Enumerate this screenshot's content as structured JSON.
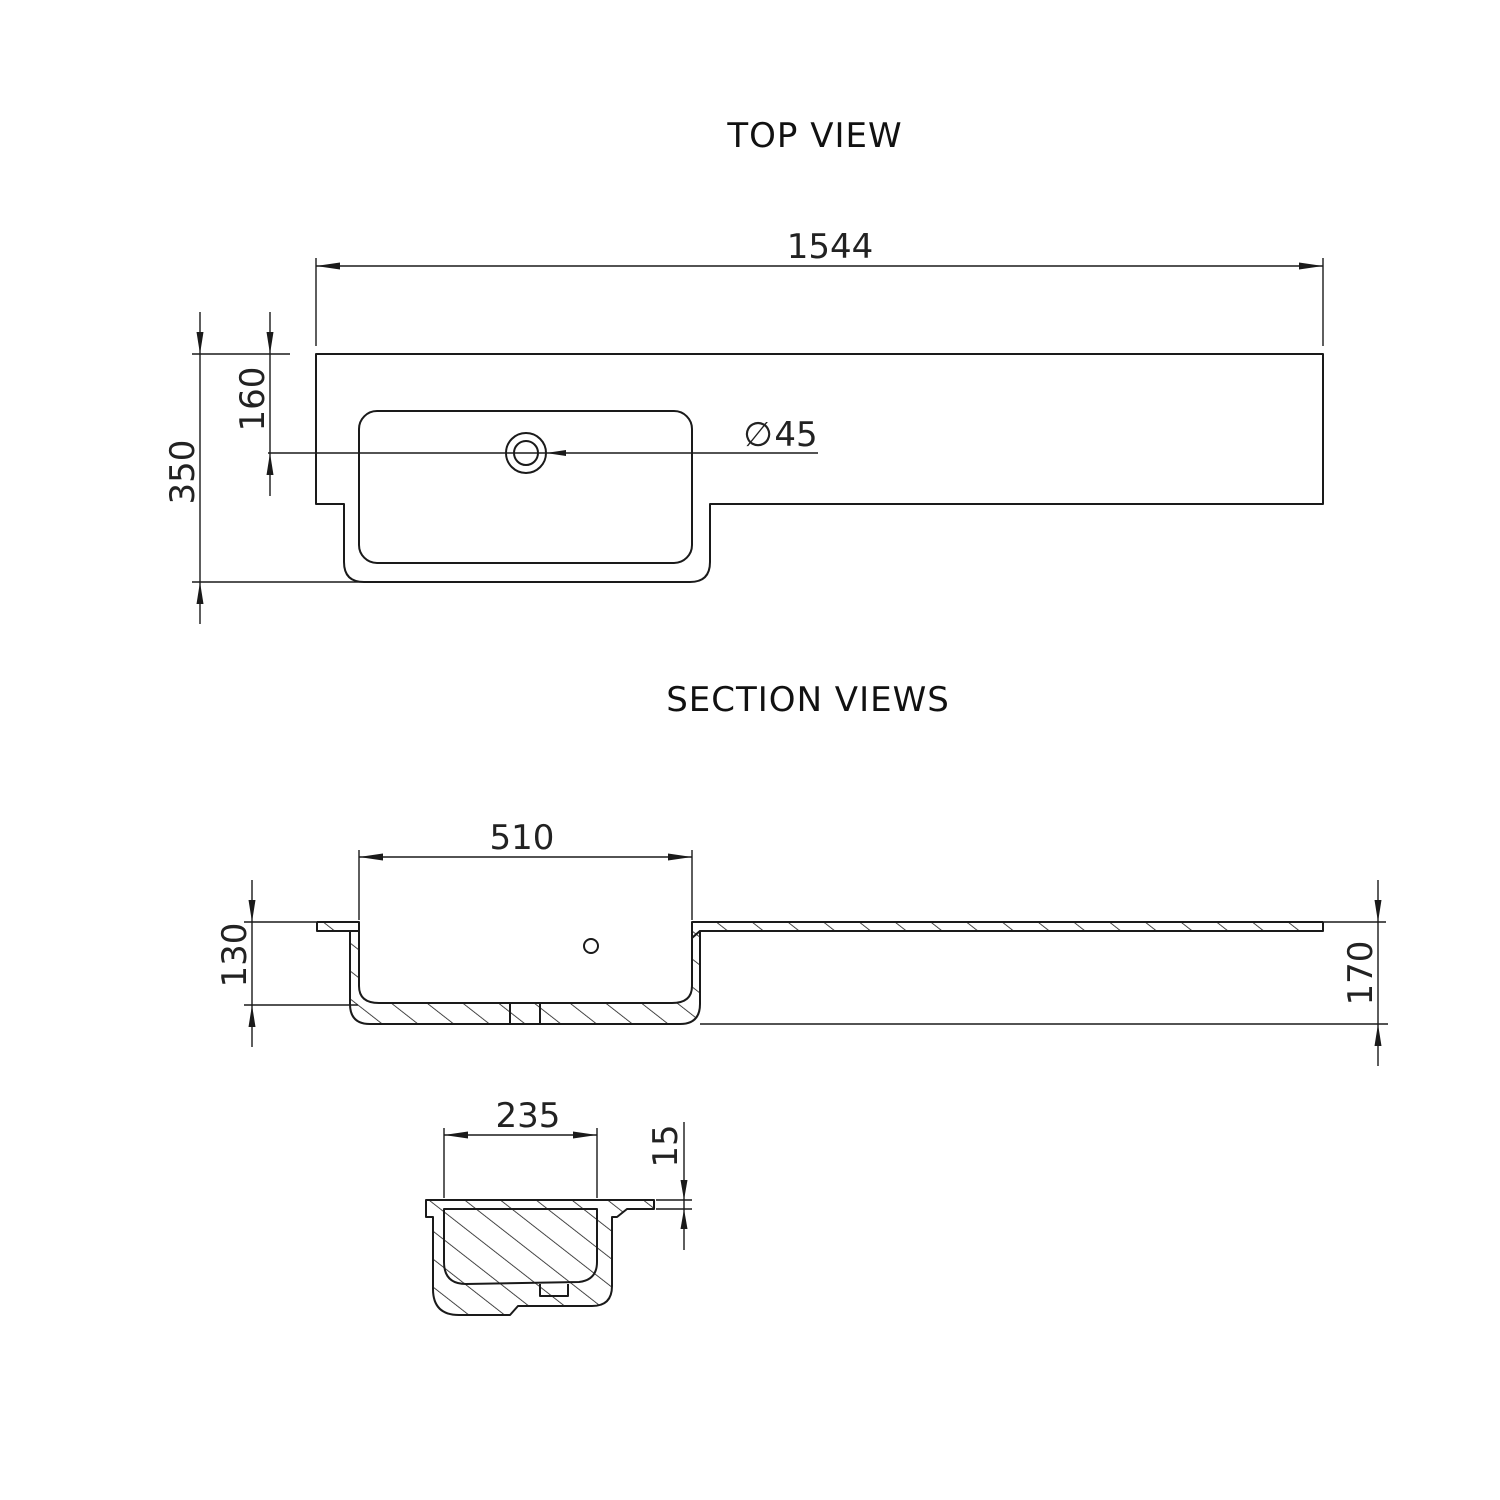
{
  "titles": {
    "top_view": "TOP VIEW",
    "section_views": "SECTION VIEWS"
  },
  "dimensions": {
    "overall_length": "1544",
    "overall_depth": "350",
    "waste_offset": "160",
    "waste_diameter": "45",
    "diameter_symbol": "∅",
    "basin_width": "510",
    "basin_depth": "130",
    "overall_height": "170",
    "side_section_width": "235",
    "top_thickness": "15"
  },
  "colors": {
    "line": "#1a1a1a",
    "background": "#ffffff"
  }
}
